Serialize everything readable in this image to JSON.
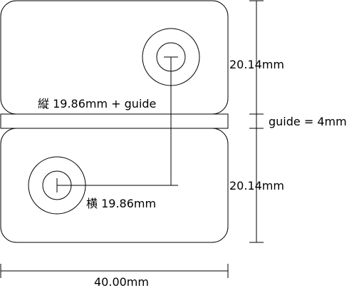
{
  "labels": {
    "top_height": "20.14mm",
    "bottom_height": "20.14mm",
    "guide": "guide = 4mm",
    "vertical_offset": "縦 19.86mm + guide",
    "horizontal_offset": "横 19.86mm",
    "total_width": "40.00mm"
  },
  "colors": {
    "stroke": "#000000",
    "background": "#ffffff"
  }
}
